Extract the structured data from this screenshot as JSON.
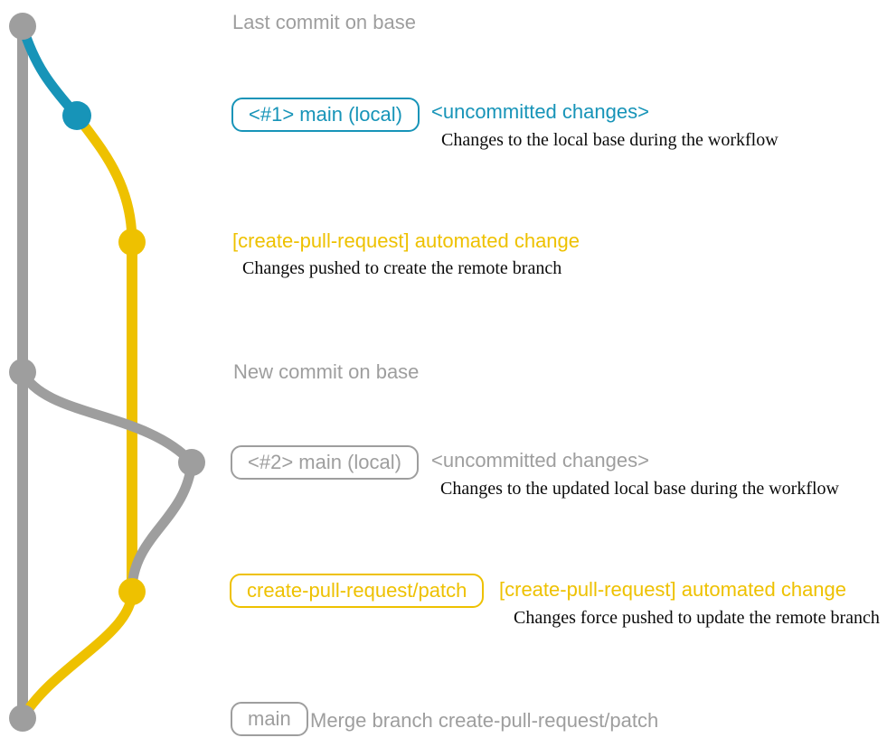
{
  "colors": {
    "gray": "#9e9e9e",
    "blue": "#1794b8",
    "yellow": "#eec100",
    "caption": "#0b0b0b",
    "background": "#ffffff"
  },
  "rows": {
    "last_commit": {
      "label": "Last commit on base"
    },
    "local1": {
      "badge": "<#1> main (local)",
      "headline": "<uncommitted changes>",
      "caption": "Changes to the local base during the workflow"
    },
    "push1": {
      "headline": "[create-pull-request] automated change",
      "caption": "Changes pushed to create the remote branch"
    },
    "new_commit": {
      "label": "New commit on base"
    },
    "local2": {
      "badge": "<#2> main (local)",
      "headline": "<uncommitted changes>",
      "caption": "Changes to the updated local base during the workflow"
    },
    "push2": {
      "badge": "create-pull-request/patch",
      "headline": "[create-pull-request] automated change",
      "caption": "Changes force pushed to update the remote branch"
    },
    "merge": {
      "badge": "main",
      "label": "Merge branch create-pull-request/patch"
    }
  }
}
